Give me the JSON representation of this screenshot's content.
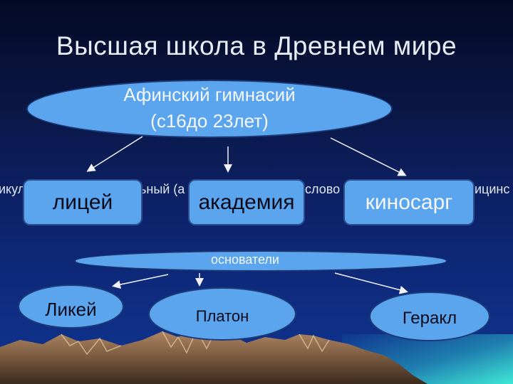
{
  "slide": {
    "title": "Высшая школа в Древнем мире",
    "main_node": {
      "line1": "Афинский гимнасий",
      "line2": "(с16до 23лет)"
    },
    "schools": [
      {
        "label": "лицей"
      },
      {
        "label": "академия"
      },
      {
        "label": "киносарг"
      }
    ],
    "background_fragments": [
      "икул",
      "ьный (а",
      "слово",
      "ицинс"
    ],
    "founders_label": "основатели",
    "founders": [
      {
        "name": "Ликей"
      },
      {
        "name": "Платон"
      },
      {
        "name": "Геракл"
      }
    ]
  }
}
